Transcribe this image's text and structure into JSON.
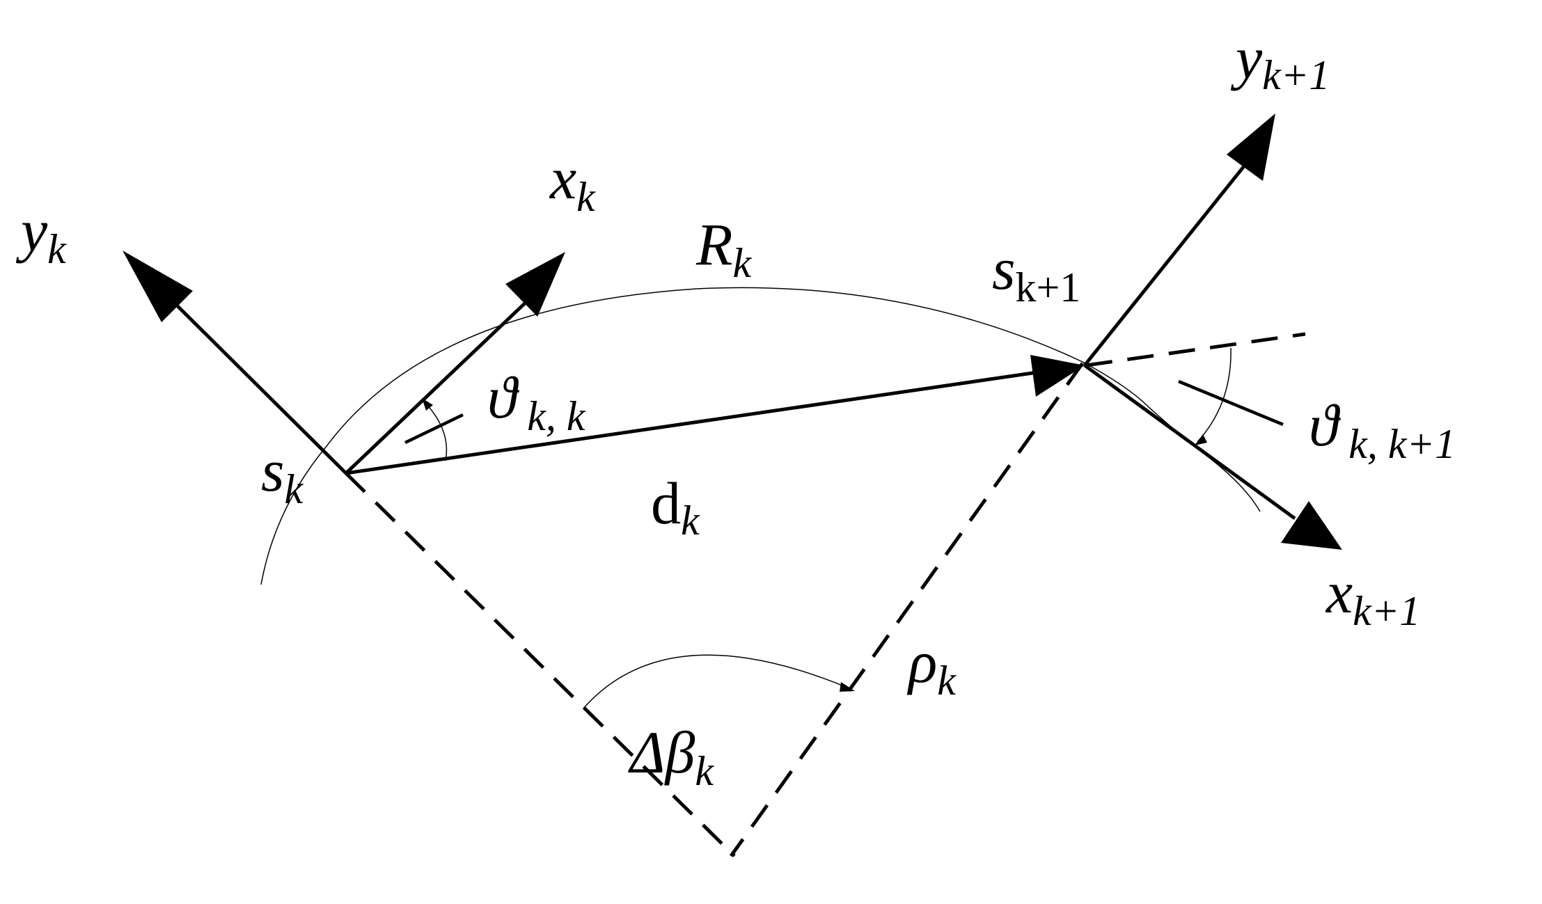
{
  "labels": {
    "y_k": {
      "main": "y",
      "sub": "k"
    },
    "x_k": {
      "main": "x",
      "sub": "k"
    },
    "R_k": {
      "main": "R",
      "sub": "k"
    },
    "s_k1": {
      "main": "s",
      "sub": "k+1"
    },
    "y_k1": {
      "main": "y",
      "sub": "k+1"
    },
    "theta_kk": {
      "main": "ϑ",
      "sub": " k, k"
    },
    "theta_kk1": {
      "main": "ϑ",
      "sub": " k, k+1"
    },
    "s_k": {
      "main": "s",
      "sub": "k"
    },
    "d_k": {
      "main": "d",
      "sub": "k"
    },
    "x_k1": {
      "main": "x",
      "sub": "k+1"
    },
    "rho_k": {
      "main": "ρ",
      "sub": "k"
    },
    "delta_beta_k": {
      "main": "Δβ",
      "sub": "k"
    }
  }
}
